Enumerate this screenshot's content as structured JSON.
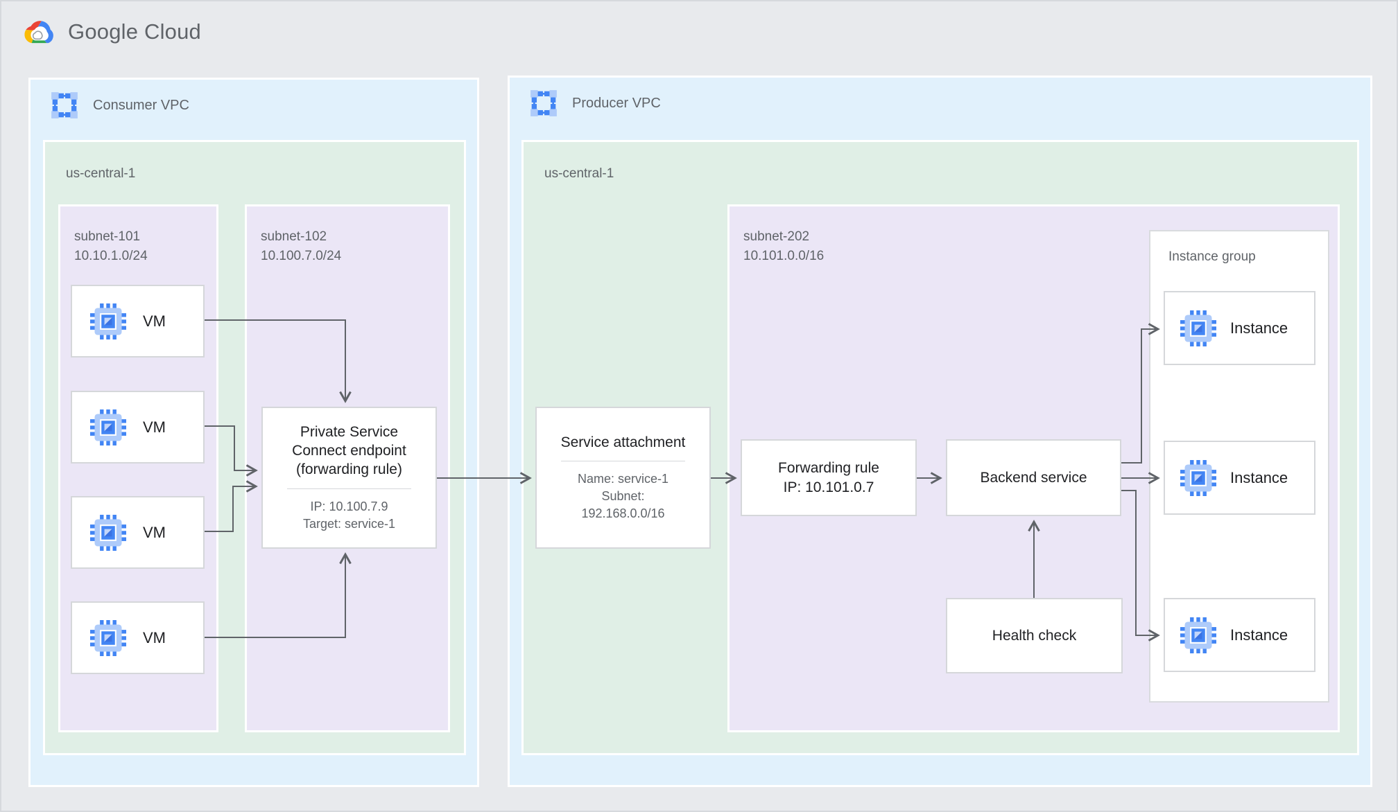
{
  "logo": {
    "text": "Google Cloud"
  },
  "consumer": {
    "vpc_label": "Consumer VPC",
    "region_label": "us-central-1",
    "subnet101": {
      "name": "subnet-101",
      "cidr": "10.10.1.0/24"
    },
    "subnet102": {
      "name": "subnet-102",
      "cidr": "10.100.7.0/24"
    },
    "vms": [
      "VM",
      "VM",
      "VM",
      "VM"
    ],
    "psc_endpoint": {
      "title": "Private Service Connect endpoint (forwarding rule)",
      "ip": "IP: 10.100.7.9",
      "target": "Target: service-1"
    }
  },
  "producer": {
    "vpc_label": "Producer VPC",
    "region_label": "us-central-1",
    "subnet202": {
      "name": "subnet-202",
      "cidr": "10.101.0.0/16"
    },
    "service_attachment": {
      "title": "Service attachment",
      "name": "Name: service-1",
      "subnet_line1": "Subnet:",
      "subnet_line2": "192.168.0.0/16"
    },
    "forwarding_rule": {
      "title": "Forwarding rule",
      "ip": "IP: 10.101.0.7"
    },
    "backend_service": {
      "title": "Backend service"
    },
    "health_check": {
      "title": "Health check"
    },
    "instance_group": {
      "label": "Instance group",
      "instances": [
        "Instance",
        "Instance",
        "Instance"
      ]
    }
  },
  "colors": {
    "vpc_bg": "#e1f1fc",
    "region_bg": "#e0efe6",
    "subnet_bg": "#ebe6f6",
    "node_border": "#d5d7da",
    "arrow": "#5f6368",
    "accent_blue": "#4285f4",
    "accent_light_blue": "#aecbfa",
    "text_dark": "#202124",
    "text_gray": "#5f6368"
  }
}
